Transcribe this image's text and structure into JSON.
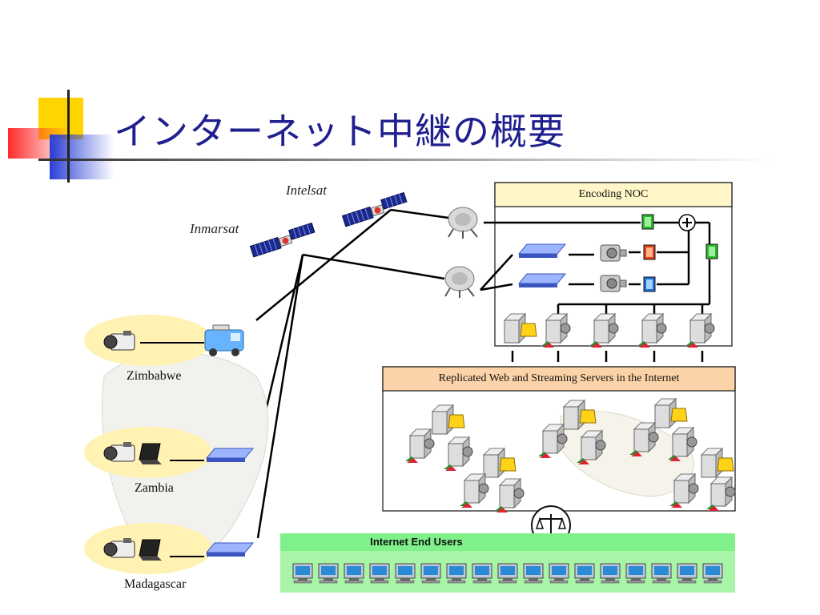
{
  "slide": {
    "title": "インターネット中継の概要"
  },
  "satellites": {
    "intelsat": "Intelsat",
    "inmarsat": "Inmarsat"
  },
  "sites": {
    "zimbabwe": "Zimbabwe",
    "zambia": "Zambia",
    "madagascar": "Madagascar"
  },
  "panels": {
    "encoding_noc": "Encoding NOC",
    "replicated_servers": "Replicated Web and Streaming Servers in the Internet",
    "end_users": "Internet End Users"
  },
  "colors": {
    "title_text": "#1f1f8f",
    "noc_header": "#fff7c8",
    "servers_header": "#fcd3a8",
    "end_users_bg": "#a8f5a8",
    "end_users_header": "#7ff08a",
    "site_ellipse": "#fff2b3"
  },
  "icons": [
    "satellite-icon",
    "dish-icon",
    "film-icon",
    "encoder-icon",
    "modem-icon",
    "server-icon",
    "folder-icon",
    "camera-icon",
    "van-icon",
    "laptop-icon",
    "scale-icon",
    "monitor-icon",
    "plus-icon"
  ]
}
